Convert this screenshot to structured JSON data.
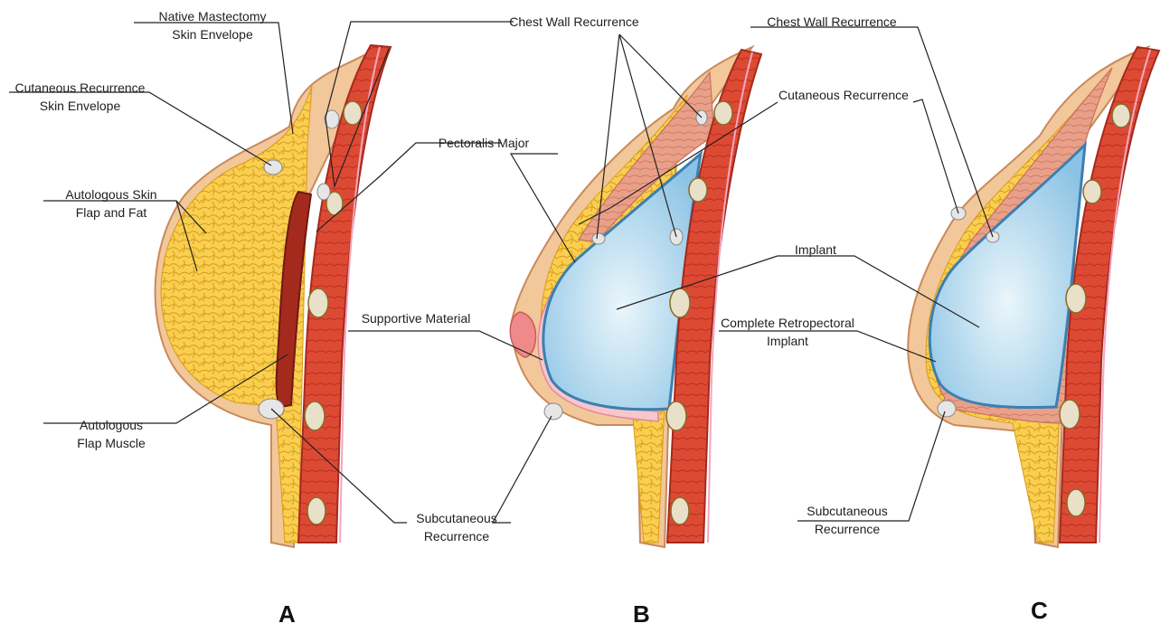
{
  "figure": {
    "panels": [
      {
        "letter": "A"
      },
      {
        "letter": "B"
      },
      {
        "letter": "C"
      }
    ]
  },
  "labels": {
    "native_mastectomy": [
      "Native Mastectomy",
      "Skin Envelope"
    ],
    "cutaneous_a": [
      "Cutaneous Recurrence",
      "Skin Envelope"
    ],
    "autologous_skin": [
      "Autologous Skin",
      "Flap and Fat"
    ],
    "autologous_muscle": [
      "Autologous",
      "Flap Muscle"
    ],
    "subcutaneous_ab": [
      "Subcutaneous",
      "Recurrence"
    ],
    "chest_wall_b": [
      "Chest Wall Recurrence"
    ],
    "pectoralis": [
      "Pectoralis Major"
    ],
    "supportive": [
      "Supportive Material"
    ],
    "chest_wall_c": [
      "Chest Wall Recurrence"
    ],
    "cutaneous_c": [
      "Cutaneous Recurrence"
    ],
    "implant": [
      "Implant"
    ],
    "retropectoral": [
      "Complete Retropectoral",
      "Implant"
    ],
    "subcutaneous_c": [
      "Subcutaneous",
      "Recurrence"
    ]
  },
  "colors": {
    "skin": "#f2c79a",
    "fat": "#f7c84a",
    "muscle": "#d9422f",
    "implant": "#a9d3ec",
    "nodule": "#e8e0c8"
  }
}
